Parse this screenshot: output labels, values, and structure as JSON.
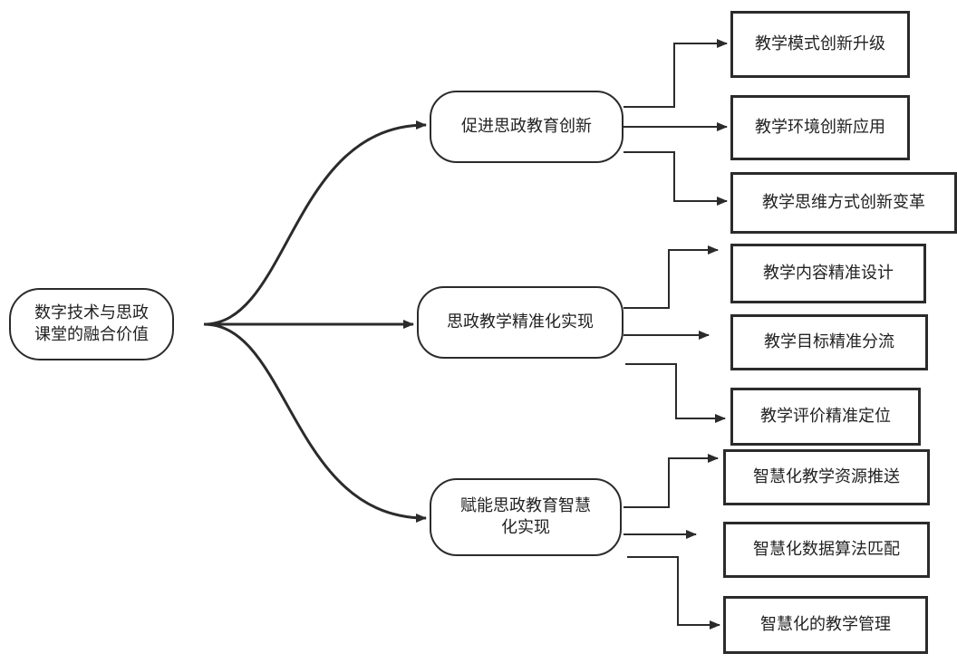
{
  "root": {
    "label": "数字技术与思政\n课堂的融合价值"
  },
  "branches": [
    {
      "label": "促进思政教育创新",
      "children": [
        "教学模式创新升级",
        "教学环境创新应用",
        "教学思维方式创新变革"
      ]
    },
    {
      "label": "思政教学精准化实现",
      "children": [
        "教学内容精准设计",
        "教学目标精准分流",
        "教学评价精准定位"
      ]
    },
    {
      "label": "赋能思政教育智慧\n化实现",
      "children": [
        "智慧化教学资源推送",
        "智慧化数据算法匹配",
        "智慧化的教学管理"
      ]
    }
  ]
}
